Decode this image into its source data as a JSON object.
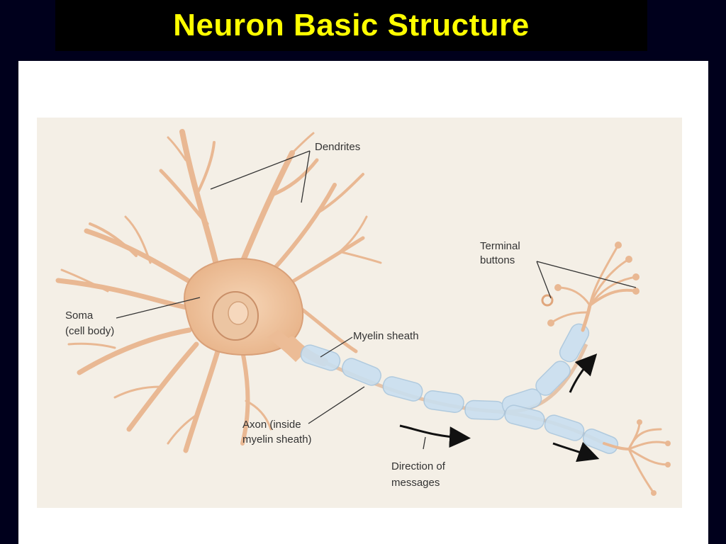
{
  "slide": {
    "title": "Neuron Basic Structure"
  },
  "diagram": {
    "labels": {
      "dendrites": "Dendrites",
      "terminal_buttons_line1": "Terminal",
      "terminal_buttons_line2": "buttons",
      "soma_line1": "Soma",
      "soma_line2": "(cell body)",
      "myelin_sheath": "Myelin sheath",
      "axon_line1": "Axon (inside",
      "axon_line2": "myelin sheath)",
      "direction_line1": "Direction of",
      "direction_line2": "messages"
    }
  },
  "colors": {
    "background": "#00001c",
    "title_bar": "#000000",
    "title_text": "#ffff00",
    "figure_bg": "#f4efe6",
    "cell": "#f2c8a2",
    "cell_outline": "#d9a078",
    "myelin": "#c9dff0"
  }
}
